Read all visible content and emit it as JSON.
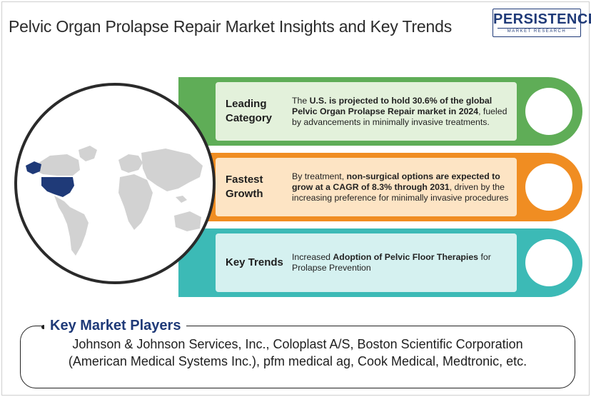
{
  "title": "Pelvic Organ Prolapse Repair Market Insights and Key Trends",
  "logo": {
    "main": "PERSISTENCE",
    "sub": "MARKET RESEARCH"
  },
  "colors": {
    "green": "#5fad57",
    "orange": "#f08d22",
    "teal": "#3cbab6",
    "navy": "#1f3a78"
  },
  "icons": {
    "map": "world-map-icon"
  },
  "insights": [
    {
      "label": "Leading Category",
      "desc_parts": [
        {
          "text": "The ",
          "bold": false
        },
        {
          "text": "U.S. is projected to hold 30.6% of the global Pelvic Organ Prolapse Repair market in 2024",
          "bold": true
        },
        {
          "text": ", fueled by advancements in minimally invasive treatments.",
          "bold": false
        }
      ]
    },
    {
      "label": "Fastest Growth",
      "desc_parts": [
        {
          "text": "By treatment, ",
          "bold": false
        },
        {
          "text": "non-surgical options are expected to grow at a CAGR of 8.3% through 2031",
          "bold": true
        },
        {
          "text": ", driven by the increasing preference for minimally invasive procedures",
          "bold": false
        }
      ]
    },
    {
      "label": "Key Trends",
      "desc_parts": [
        {
          "text": "Increased ",
          "bold": false
        },
        {
          "text": "Adoption of Pelvic Floor Therapies",
          "bold": true
        },
        {
          "text": " for Prolapse Prevention",
          "bold": false
        }
      ]
    }
  ],
  "players": {
    "heading": "Key Market Players",
    "text": "Johnson & Johnson Services, Inc., Coloplast A/S, Boston Scientific Corporation (American Medical Systems Inc.), pfm medical ag, Cook Medical, Medtronic, etc."
  }
}
